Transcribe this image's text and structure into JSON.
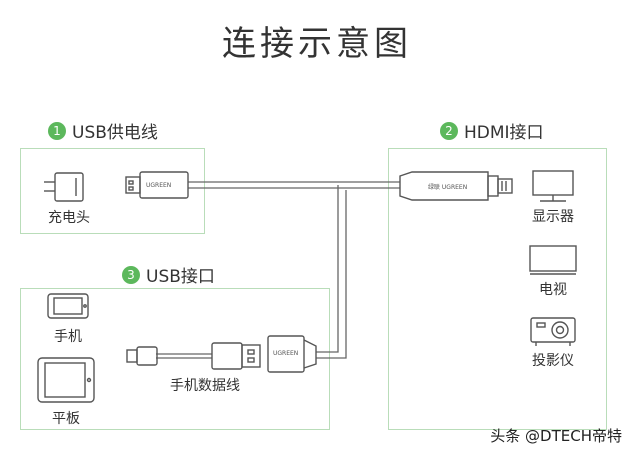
{
  "title": "连接示意图",
  "sections": {
    "usb_power": {
      "num": "1",
      "label": "USB供电线"
    },
    "hdmi": {
      "num": "2",
      "label": "HDMI接口"
    },
    "usb_port": {
      "num": "3",
      "label": "USB接口"
    }
  },
  "devices": {
    "charger": "充电头",
    "display": "显示器",
    "tv": "电视",
    "projector": "投影仪",
    "phone": "手机",
    "tablet": "平板",
    "data_cable": "手机数据线"
  },
  "brand_text": "UGREEN",
  "brand_text_cn": "绿联 UGREEN",
  "watermark": "头条 @DTECH帝特",
  "colors": {
    "accent": "#5cb85c",
    "box_border": "#b9ddb9",
    "line": "#555555"
  }
}
